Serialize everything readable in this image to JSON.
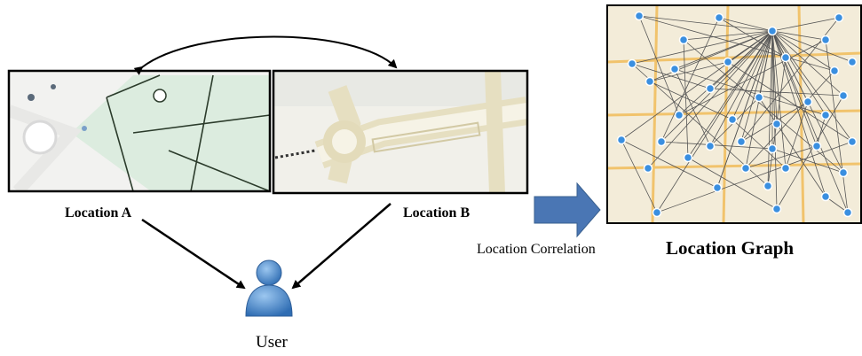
{
  "labels": {
    "location_a": "Location A",
    "location_b": "Location B",
    "correlation": "Location Correlation",
    "graph": "Location Graph",
    "user": "User"
  },
  "colors": {
    "map_a_bg": "#dfeee2",
    "map_b_bg": "#f1f0ea",
    "road": "#ebe4cc",
    "graph_node": "#3a8fe0",
    "graph_edge": "#555555",
    "arrow_fill": "#4a76b4",
    "user_icon": "#4b88cc"
  },
  "icons": {
    "user": "person-icon",
    "transition": "block-arrow-right-icon"
  }
}
